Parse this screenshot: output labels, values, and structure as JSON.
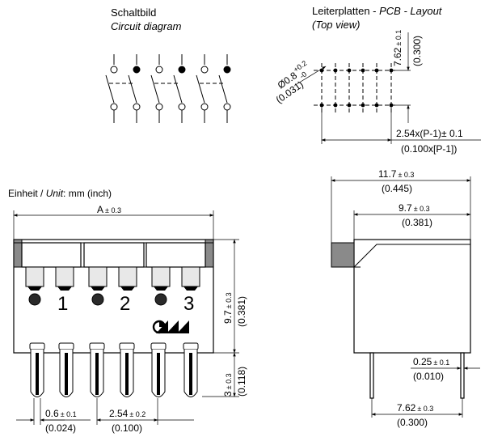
{
  "circuit": {
    "title": "Schaltbild",
    "subtitle": "Circuit diagram"
  },
  "pcb": {
    "title_plain": "Leiterplatten - ",
    "title_italic": "PCB - Layout",
    "subtitle": "(Top view)",
    "hole_dia": "Ø0.8",
    "hole_tol_plus": "+0.2",
    "hole_tol_minus": "-0",
    "hole_inch": "(0.031)",
    "row_spacing": "7.62",
    "row_spacing_tol": "± 0.1",
    "row_spacing_inch": "(0.300)",
    "pitch_formula": "2.54x(P-1)± 0.1",
    "pitch_formula_inch": "(0.100x[P-1])"
  },
  "front": {
    "unit_de": "Einheit / ",
    "unit_it": "Unit",
    "unit_rest": ": mm (inch)",
    "width_a": "A",
    "width_a_tol": "± 0.3",
    "position_numbers": [
      "1",
      "2",
      "3"
    ],
    "height": "9.7",
    "height_tol": "± 0.3",
    "height_inch": "(0.381)",
    "pin_length": "3",
    "pin_length_tol": "± 0.3",
    "pin_length_inch": "(0.118)",
    "pin_width": "0.6",
    "pin_width_tol": "± 0.1",
    "pin_width_inch": "(0.024)",
    "pitch": "2.54",
    "pitch_tol": "± 0.2",
    "pitch_inch": "(0.100)"
  },
  "side": {
    "depth": "11.7",
    "depth_tol": "± 0.3",
    "depth_inch": "(0.445)",
    "body_depth": "9.7",
    "body_depth_tol": "± 0.3",
    "body_depth_inch": "(0.381)",
    "pin_thickness": "0.25",
    "pin_thickness_tol": "± 0.1",
    "pin_thickness_inch": "(0.010)",
    "row_spacing": "7.62",
    "row_spacing_tol": "± 0.3",
    "row_spacing_inch": "(0.300)"
  }
}
